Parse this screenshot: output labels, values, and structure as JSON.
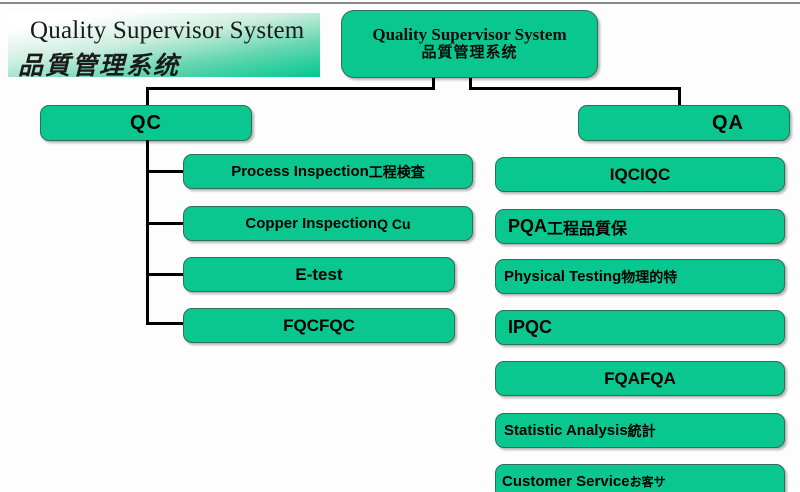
{
  "slide": {
    "banner": {
      "english": "Quality Supervisor System",
      "chinese": "品質管理系统"
    },
    "root": {
      "english": "Quality Supervisor System",
      "chinese": "品質管理系统"
    },
    "branches": [
      {
        "head": "QC",
        "children": [
          {
            "english": "Process Inspection",
            "gap": "  ",
            "native": "工程検査"
          },
          {
            "english": "Copper Inspection",
            "gap": "      ",
            "native": "Q Cu"
          },
          {
            "english": "E-test",
            "gap": "",
            "native": ""
          },
          {
            "english": "FQC",
            "gap": "          ",
            "native": "FQC"
          }
        ]
      },
      {
        "head": "QA",
        "children": [
          {
            "english": "IQC",
            "gap": "          ",
            "native": "IQC"
          },
          {
            "english": "PQA",
            "gap": "            ",
            "native": "工程品質保"
          },
          {
            "english": "Physical Testing",
            "gap": "",
            "native": "物理的特"
          },
          {
            "english": "IPQC",
            "gap": "",
            "native": ""
          },
          {
            "english": "FQA",
            "gap": "          ",
            "native": "FQA"
          },
          {
            "english": "Statistic Analysis",
            "gap": " ",
            "native": "統計"
          },
          {
            "english": "Customer Service",
            "gap": " ",
            "native": "お客サ"
          }
        ]
      }
    ],
    "colors": {
      "node_fill": "#0ac78f",
      "node_border": "#2f6e5c",
      "connector": "#000000",
      "banner_gradient_end": "#00c88f",
      "text": "#000000"
    }
  }
}
